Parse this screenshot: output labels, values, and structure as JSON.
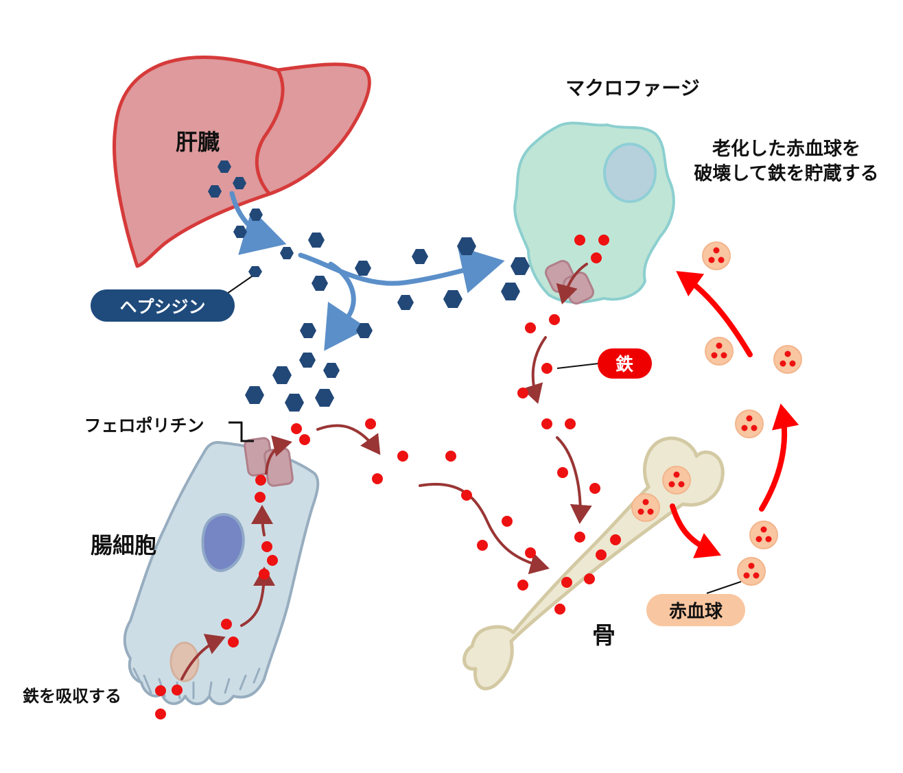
{
  "labels": {
    "liver": "肝臓",
    "macrophage": "マクロファージ",
    "macrophage_note_line1": "老化した赤血球を",
    "macrophage_note_line2": "破壊して鉄を貯蔵する",
    "hepcidin": "ヘプシジン",
    "iron": "鉄",
    "ferroportin": "フェロポリチン",
    "enterocyte": "腸細胞",
    "bone": "骨",
    "rbc": "赤血球",
    "absorb": "鉄を吸収する"
  },
  "colors": {
    "liver_fill": "#de9a9c",
    "liver_stroke": "#d63a3a",
    "macrophage_fill": "#bfe5d6",
    "macrophage_stroke": "#8ccfcf",
    "macrophage_nucleus": "#b6d0dc",
    "enterocyte_fill": "#cddde5",
    "enterocyte_stroke": "#97adbf",
    "enterocyte_nucleus": "#7685c4",
    "bone_fill": "#ece8d2",
    "bone_stroke": "#d3c9a3",
    "hepcidin": "#224878",
    "hepcidin_arrow": "#5b8fc9",
    "iron_dot": "#ee1111",
    "iron_arrow": "#9a3535",
    "rbc_fill": "#f8c6a0",
    "rbc_arrow": "#ff0000",
    "ferroportin": "#c8a0a8",
    "hepcidin_pill": "#1f4b7c",
    "iron_pill": "#ee0000",
    "rbc_pill": "#f8c6a0"
  }
}
